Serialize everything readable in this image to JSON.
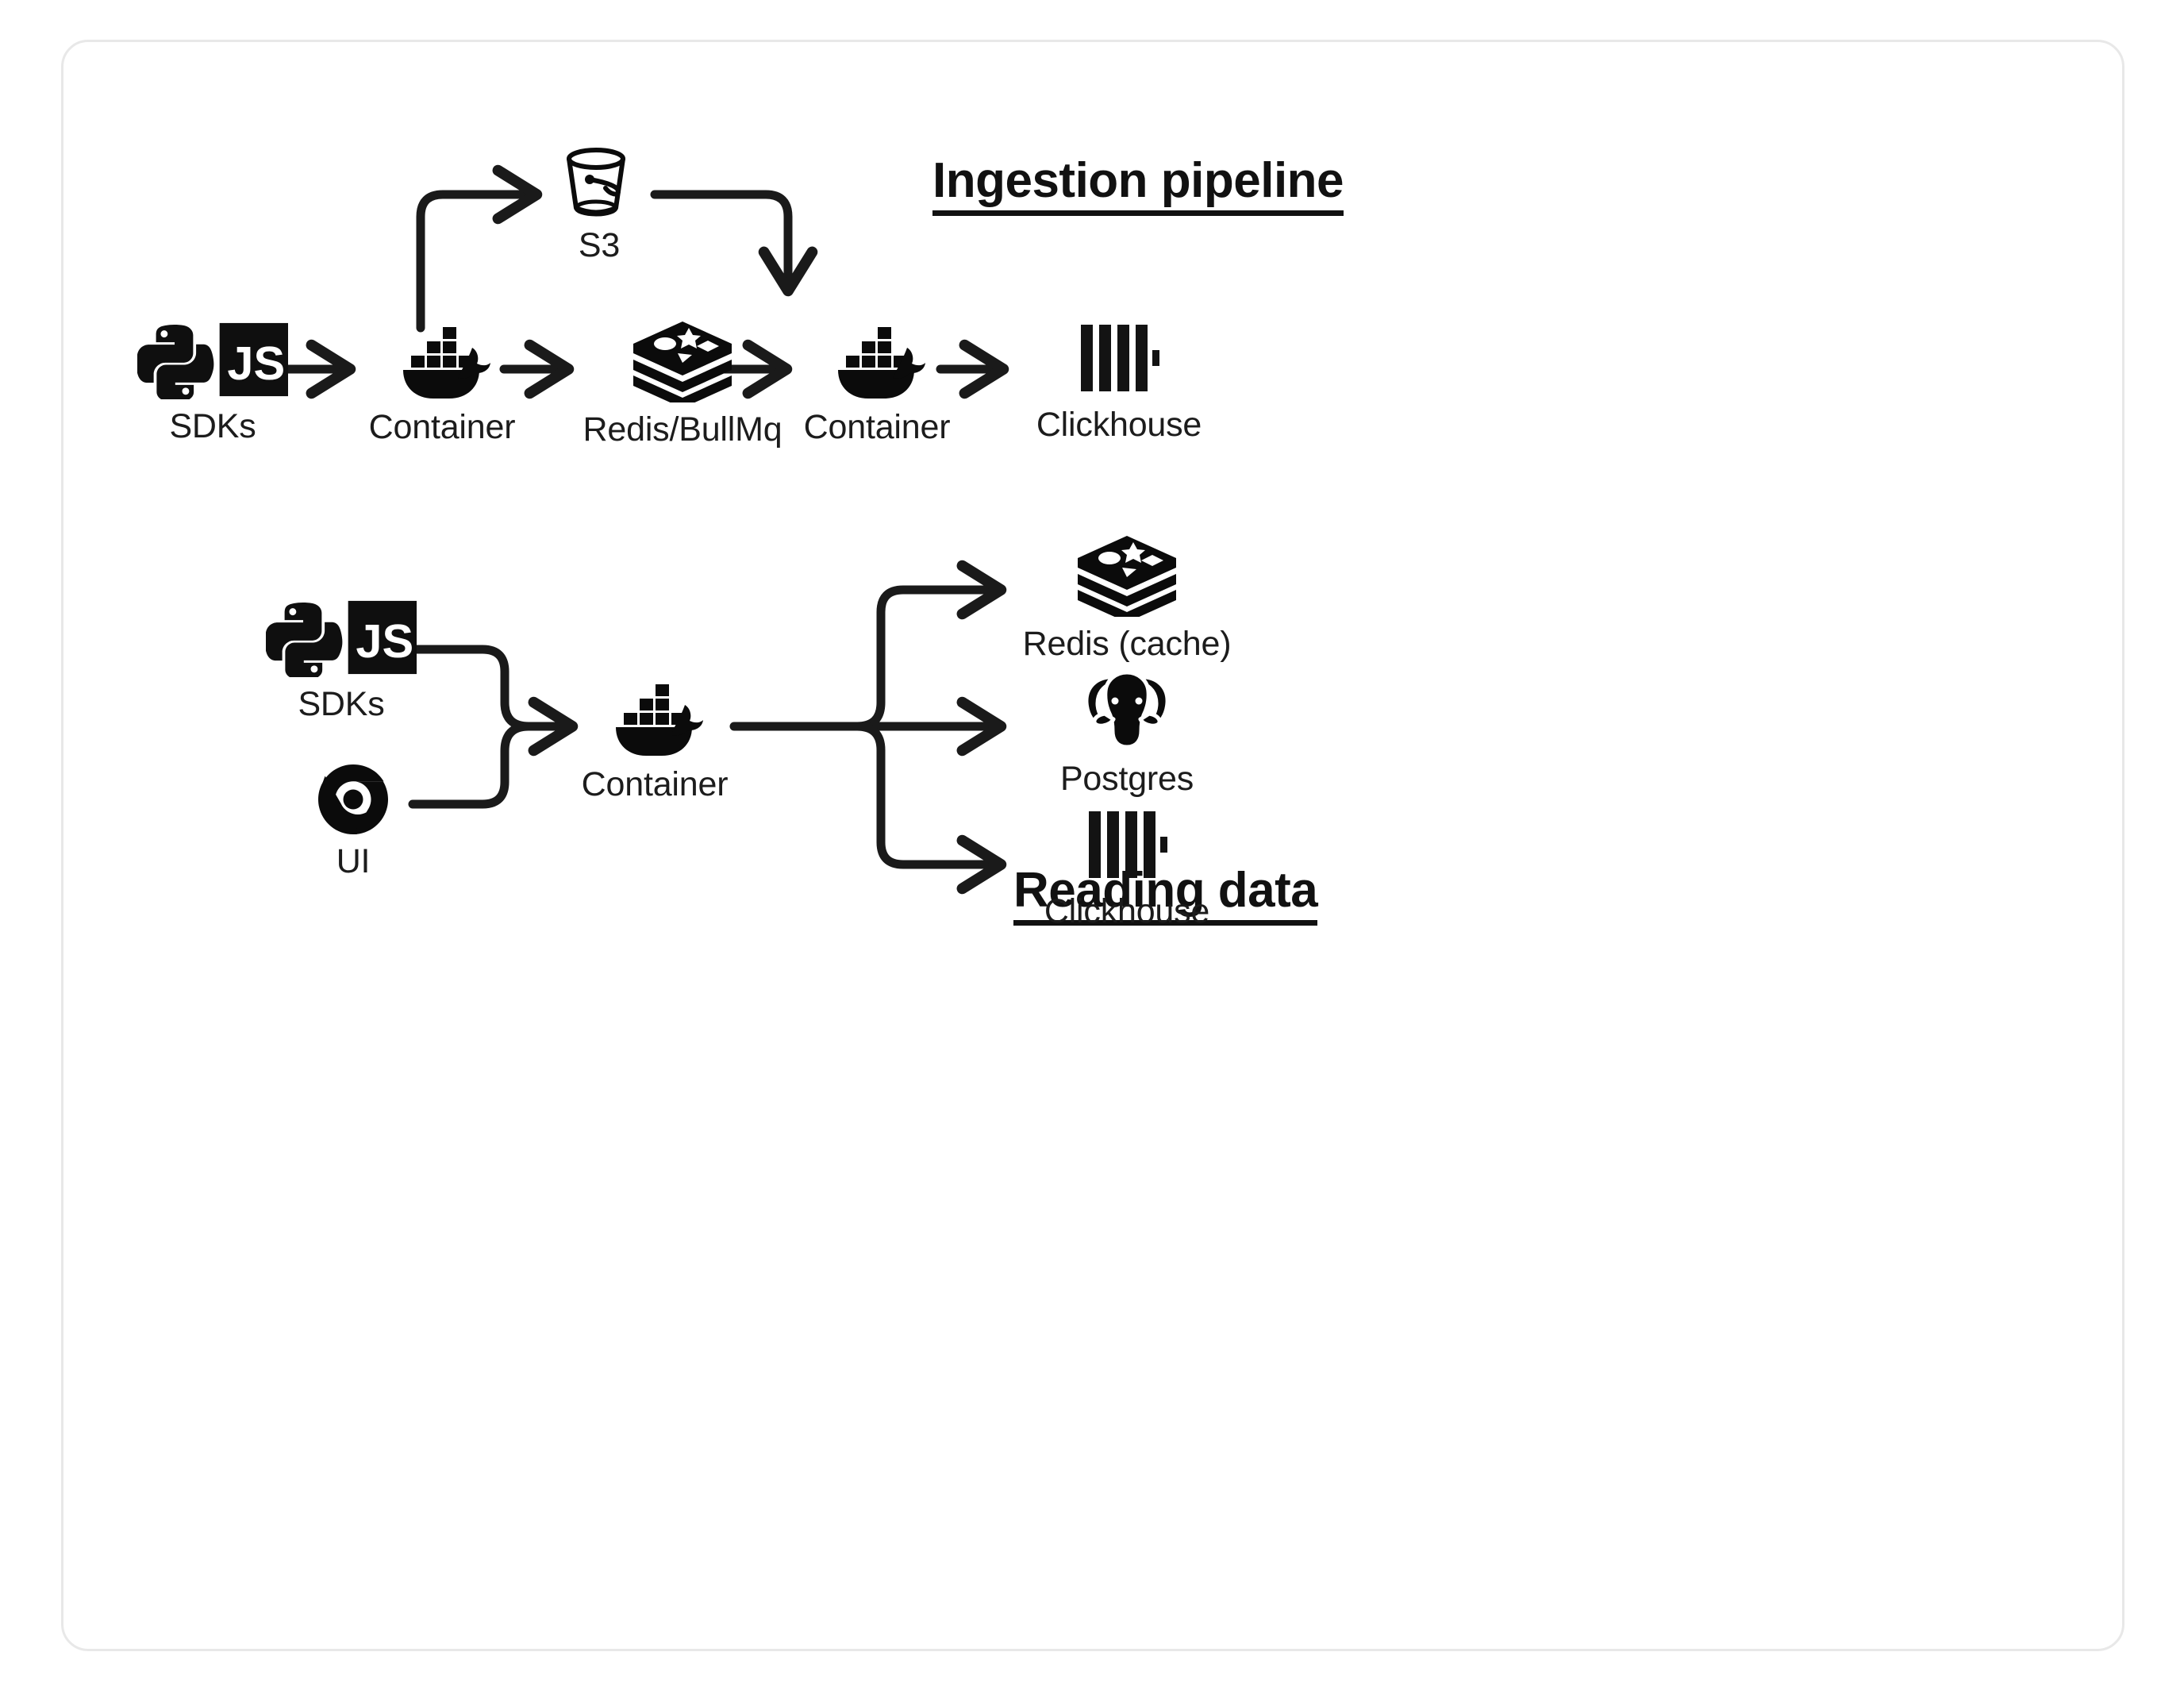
{
  "card": {
    "border_color": "#e8e8e8",
    "background": "#ffffff",
    "stroke_color": "#1a1a1a"
  },
  "sections": [
    {
      "id": "ingestion",
      "title": "Ingestion pipeline"
    },
    {
      "id": "reading",
      "title": "Reading data"
    }
  ],
  "ingestion": {
    "nodes": [
      {
        "id": "sdks",
        "label": "SDKs",
        "icon": "python-js-sdks-icon"
      },
      {
        "id": "container1",
        "label": "Container",
        "icon": "docker-whale-icon"
      },
      {
        "id": "redis",
        "label": "Redis/BullMq",
        "icon": "redis-stack-icon"
      },
      {
        "id": "container2",
        "label": "Container",
        "icon": "docker-whale-icon"
      },
      {
        "id": "clickhouse",
        "label": "Clickhouse",
        "icon": "clickhouse-bars-icon"
      },
      {
        "id": "s3",
        "label": "S3",
        "icon": "s3-bucket-icon"
      }
    ],
    "edges": [
      {
        "from": "sdks",
        "to": "container1",
        "style": "straight"
      },
      {
        "from": "container1",
        "to": "s3",
        "style": "elbow-up-right"
      },
      {
        "from": "container1",
        "to": "redis",
        "style": "straight"
      },
      {
        "from": "s3",
        "to": "container2",
        "style": "elbow-right-down"
      },
      {
        "from": "redis",
        "to": "container2",
        "style": "straight"
      },
      {
        "from": "container2",
        "to": "clickhouse",
        "style": "straight"
      }
    ]
  },
  "reading": {
    "nodes": [
      {
        "id": "sdks",
        "label": "SDKs",
        "icon": "python-js-sdks-icon"
      },
      {
        "id": "ui",
        "label": "UI",
        "icon": "chrome-icon"
      },
      {
        "id": "container",
        "label": "Container",
        "icon": "docker-whale-icon"
      },
      {
        "id": "rediscache",
        "label": "Redis (cache)",
        "icon": "redis-stack-icon"
      },
      {
        "id": "postgres",
        "label": "Postgres",
        "icon": "postgres-elephant-icon"
      },
      {
        "id": "clickhouse",
        "label": "Clickhouse",
        "icon": "clickhouse-bars-icon"
      }
    ],
    "edges": [
      {
        "from": "sdks",
        "to": "container",
        "style": "merge-from-top"
      },
      {
        "from": "ui",
        "to": "container",
        "style": "merge-from-bottom"
      },
      {
        "from": "container",
        "to": "rediscache",
        "style": "fan-up"
      },
      {
        "from": "container",
        "to": "postgres",
        "style": "fan-straight"
      },
      {
        "from": "container",
        "to": "clickhouse",
        "style": "fan-down"
      }
    ]
  }
}
